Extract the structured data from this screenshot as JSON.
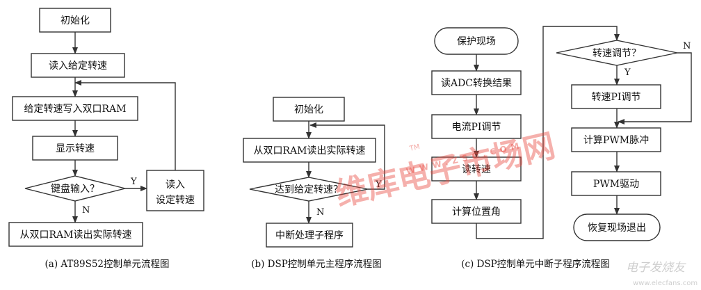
{
  "flowchart_a": {
    "caption": "(a) AT89S52控制单元流程图",
    "init": "初始化",
    "read_speed": "读入给定转速",
    "write_ram": "给定转速写入双口RAM",
    "display": "显示转速",
    "keyboard": "键盘输入？",
    "read_set_1": "读入",
    "read_set_2": "设定转速",
    "read_actual": "从双口RAM读出实际转速",
    "yes": "Y",
    "no": "N"
  },
  "flowchart_b": {
    "caption": "(b) DSP控制单元主程序流程图",
    "init": "初始化",
    "read_actual": "从双口RAM读出实际转速",
    "reached": "达到给定转速？",
    "interrupt": "中断处理子程序",
    "yes": "Y",
    "no": "N"
  },
  "flowchart_c": {
    "caption": "(c) DSP控制单元中断子程序流程图",
    "protect": "保护现场",
    "read_adc": "读ADC转换结果",
    "current_pi": "电流PI调节",
    "read_speed": "读转速",
    "calc_pos": "计算位置角",
    "speed_adjust": "转速调节？",
    "speed_pi": "转速PI调节",
    "calc_pwm": "计算PWM脉冲",
    "pwm_drive": "PWM驱动",
    "restore": "恢复现场退出",
    "yes": "Y",
    "no": "N"
  },
  "watermark": {
    "brand": "维库电子市场网",
    "domain": "WWW.ZSO.COM",
    "tm": "TM",
    "corner_1": "电子发烧友",
    "corner_2": "www.elecfans.com"
  },
  "colors": {
    "line": "#333333",
    "watermark_red": "#e8463c",
    "watermark_gray": "#c9c9c9"
  }
}
